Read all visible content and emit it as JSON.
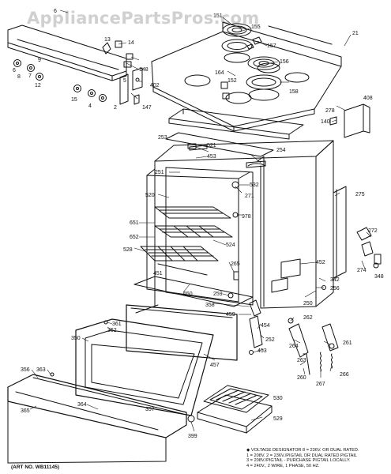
{
  "watermark": "AppliancePartsPros.com",
  "art_number": "(ART NO. WB11145)",
  "voltage_note": [
    "◆ VOLTAGE DESIGNATOR 8 = 236V. OR DUAL RATED.",
    "1 = 208V.   2 = 236V./PIGTAIL OR DUAL RATED PIGTAIL",
    "3 = 208V./PIGTAIL - PURCHASE PIGTAIL LOCALLY.",
    "4 = 240V., 2 WIRE, 1 PHASE, 50 HZ."
  ],
  "callouts": {
    "p6": "6",
    "p7": "7",
    "p8": "8",
    "p9": "9",
    "p12": "12",
    "p13": "13",
    "p14": "14",
    "p15": "15",
    "p4": "4",
    "p2": "2",
    "p5": "5",
    "p148": "148",
    "p402": "402",
    "p147": "147",
    "p151": "151",
    "p155": "155",
    "p157": "157",
    "p156": "156",
    "p164": "164",
    "p152": "152",
    "p158": "158",
    "p21": "21",
    "p278": "278",
    "p408": "408",
    "p140": "140",
    "p253": "253",
    "p521": "521",
    "p453": "453",
    "p254": "254",
    "p251": "251",
    "p532": "532",
    "p520": "520",
    "p271": "271",
    "p978": "978",
    "p275": "275",
    "p651": "651",
    "p652": "652",
    "p524": "524",
    "p528": "528",
    "p272": "272",
    "p265": "265",
    "p452": "452",
    "p274": "274",
    "p348": "348",
    "p451": "451",
    "p342": "342",
    "p650": "650",
    "p256": "256",
    "p259": "259",
    "p358": "358",
    "p250": "250",
    "p459": "459",
    "p262": "262",
    "p361": "361",
    "p362": "362",
    "p454": "454",
    "p264": "264",
    "p261": "261",
    "p350": "350",
    "p252": "252",
    "p453b": "453",
    "p263": "263",
    "p457": "457",
    "p260": "260",
    "p266": "266",
    "p267": "267",
    "p356": "356",
    "p363": "363",
    "p530": "530",
    "p364": "364",
    "p365": "365",
    "p357": "357",
    "p529": "529",
    "p399": "399"
  }
}
